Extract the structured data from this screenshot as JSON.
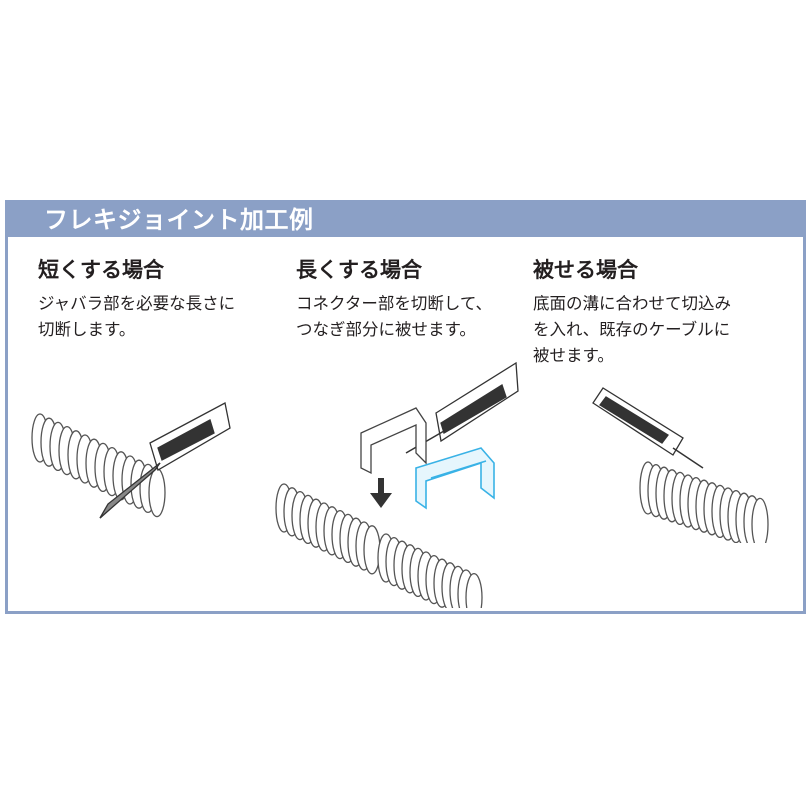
{
  "title": "フレキジョイント加工例",
  "colors": {
    "frame": "#8ba0c6",
    "connector_highlight": "#39b2e6",
    "text": "#231f20"
  },
  "sections": [
    {
      "heading": "短くする場合",
      "description": "ジャバラ部を必要な長さに\n切断します。",
      "icons": [
        "corrugated-pipe-icon",
        "cutter-knife-icon"
      ]
    },
    {
      "heading": "長くする場合",
      "description": "コネクター部を切断して、\nつなぎ部分に被せます。",
      "icons": [
        "corrugated-pipe-icon",
        "connector-icon",
        "down-arrow-icon",
        "cutter-knife-icon"
      ]
    },
    {
      "heading": "被せる場合",
      "description": "底面の溝に合わせて切込み\nを入れ、既存のケーブルに\n被せます。",
      "icons": [
        "corrugated-pipe-icon",
        "cutter-knife-icon"
      ]
    }
  ]
}
